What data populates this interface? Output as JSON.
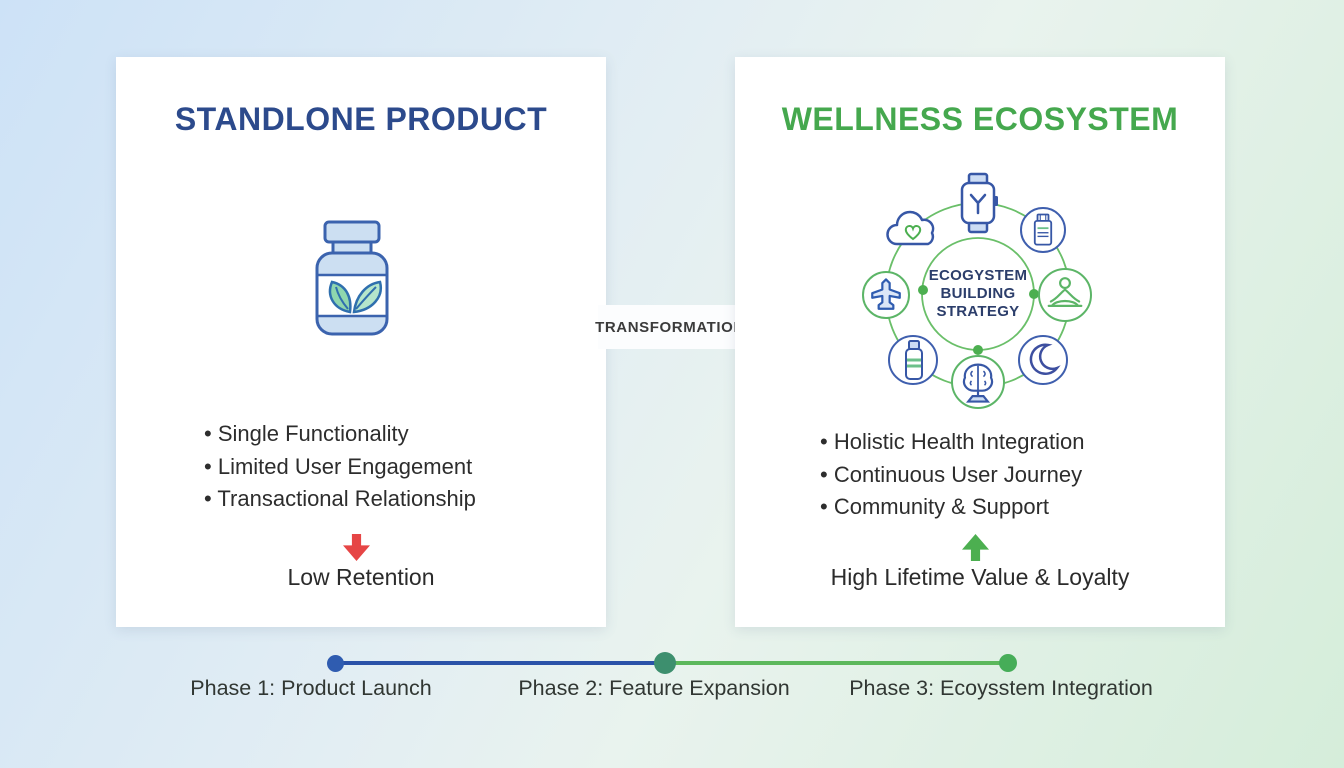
{
  "colors": {
    "navy_title": "#2c4a8c",
    "green_title": "#45a84e",
    "body_text": "#2d2d2d",
    "red_arrow": "#e64545",
    "green_arrow": "#4caf50",
    "transform_arrow_blue": "#4f86d8",
    "ring_green": "#6abf69",
    "icon_stroke_blue": "#3757a6",
    "icon_stroke_green": "#5cb567",
    "timeline_blue": "#2a52a8",
    "timeline_green": "#5cb85c"
  },
  "left_card": {
    "title": "STANDLONE PRODUCT",
    "icon": "supplement-bottle-icon",
    "bullets": [
      "Single Functionality",
      "Limited User Engagement",
      "Transactional Relationship"
    ],
    "arrow_direction": "down",
    "outcome": "Low Retention"
  },
  "transformation": {
    "label": "TRANSFORMATION"
  },
  "right_card": {
    "title": "WELLNESS ECOSYSTEM",
    "hub_lines": [
      "ECOGYSTEM",
      "BUILDING",
      "STRATEGY"
    ],
    "orbit_icons": [
      "smartwatch-icon",
      "supplement-bottle-icon",
      "meditation-icon",
      "moon-icon",
      "brain-icon",
      "water-bottle-icon",
      "airplane-icon",
      "cloud-heart-icon"
    ],
    "bullets": [
      "Holistic Health Integration",
      "Continuous User Journey",
      "Community & Support"
    ],
    "arrow_direction": "up",
    "outcome": "High Lifetime Value & Loyalty"
  },
  "timeline": {
    "phases": [
      {
        "label": "Phase 1: Product Launch"
      },
      {
        "label": "Phase 2: Feature Expansion"
      },
      {
        "label": "Phase 3: Ecoysstem Integration"
      }
    ]
  }
}
